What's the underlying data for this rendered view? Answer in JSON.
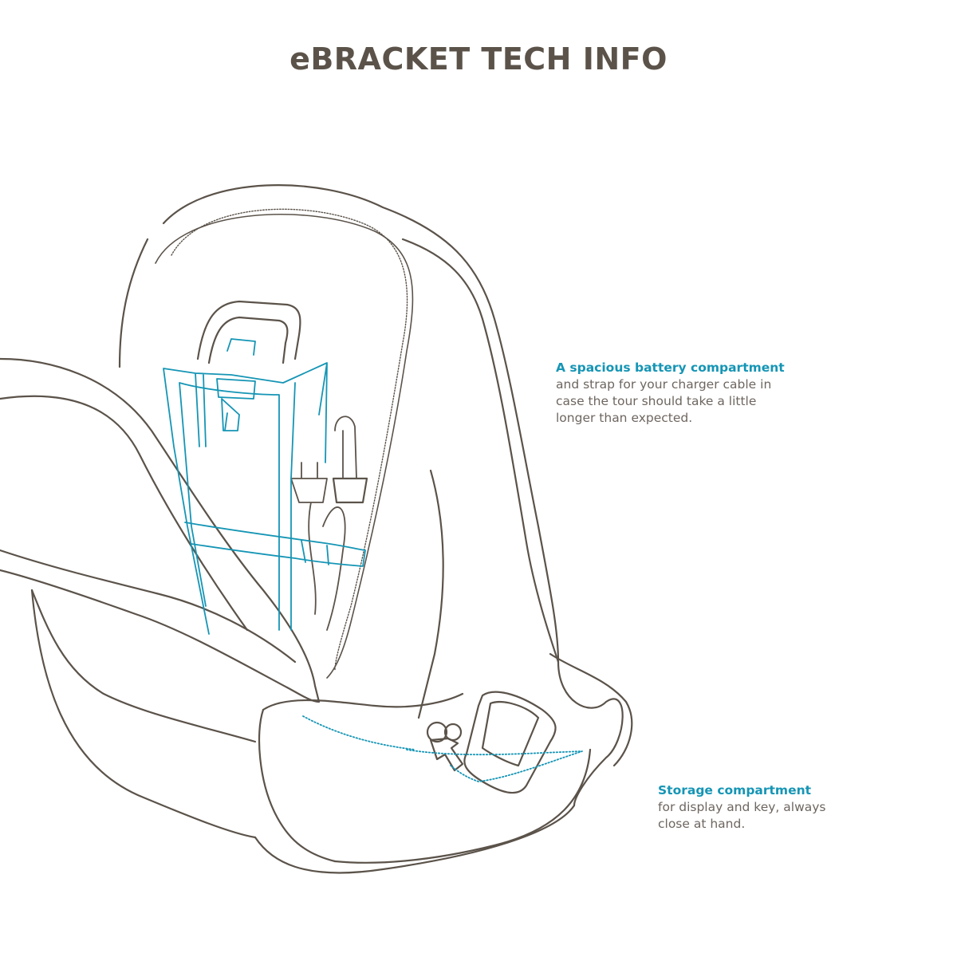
{
  "title": "eBRACKET TECH INFO",
  "colors": {
    "outline": "#5b534a",
    "accent": "#1595b5",
    "body_text": "#6e6660",
    "background": "#ffffff"
  },
  "callouts": {
    "battery": {
      "heading": "A spacious battery compartment",
      "lines": [
        "and strap for your charger cable in",
        "case the tour should take a little",
        "longer than expected."
      ]
    },
    "storage": {
      "heading": "Storage compartment",
      "lines": [
        "for display and key, always",
        "close at hand."
      ]
    }
  }
}
